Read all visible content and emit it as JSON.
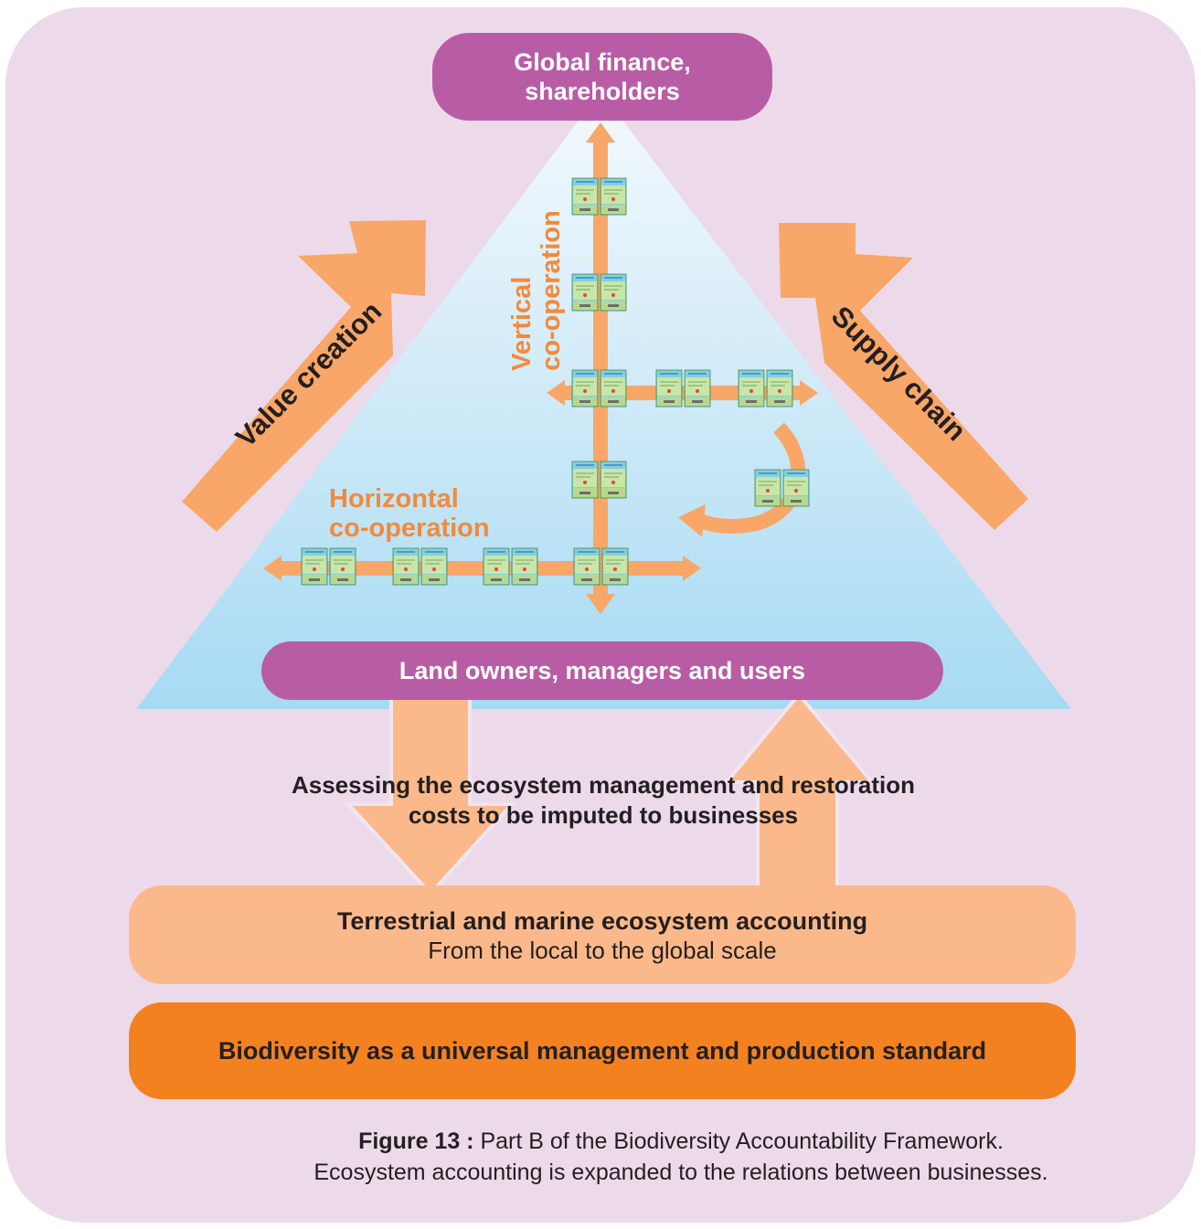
{
  "top_box": {
    "line1": "Global finance,",
    "line2": "shareholders"
  },
  "land_box": {
    "label": "Land owners, managers and users"
  },
  "accounting_box": {
    "title": "Terrestrial and marine ecosystem accounting",
    "subtitle": "From the local to the global scale"
  },
  "biodiversity_box": {
    "label": "Biodiversity as a universal management and production standard"
  },
  "assessing": {
    "line1": "Assessing the ecosystem management and restoration",
    "line2": "costs to be imputed to businesses"
  },
  "labels": {
    "value_creation": "Value creation",
    "supply_chain": "Supply chain",
    "vertical_line1": "Vertical",
    "vertical_line2": "co-operation",
    "horizontal_line1": "Horizontal",
    "horizontal_line2": "co-operation"
  },
  "caption": {
    "figure_label": "Figure 13 :",
    "line1": "Part B of the Biodiversity Accountability Framework.",
    "line2": "Ecosystem accounting is expanded to the relations between businesses."
  },
  "colors": {
    "background": "#ecdaea",
    "purple_box": "#b95ca6",
    "light_orange": "#fbb98b",
    "orange": "#f48120",
    "arrow_orange": "#f8a768",
    "label_orange": "#f28a3b",
    "triangle_top": "#eef6fd",
    "triangle_bottom": "#a8dcf5"
  }
}
